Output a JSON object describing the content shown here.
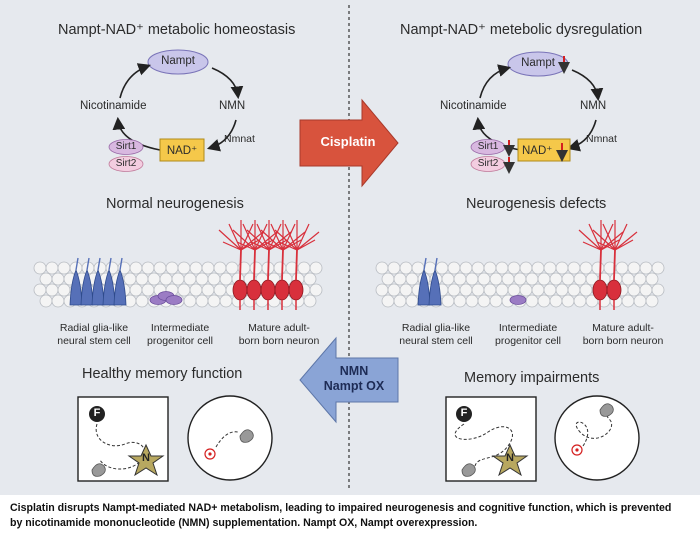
{
  "colors": {
    "background": "#e6e9ee",
    "nampt_fill": "#c9c6ea",
    "nad_fill": "#f5c84a",
    "sirt1_fill": "#d8b8e0",
    "sirt2_fill": "#f3cde0",
    "neuron_red": "#d8303c",
    "stem_blue": "#5670b8",
    "progenitor_purple": "#9b7cc4",
    "cisplatin_arrow": "#d8533d",
    "nmn_arrow": "#8aa4d6",
    "decrease_arrow": "#d42020"
  },
  "left": {
    "title": "Nampt-NAD⁺ metabolic homeostasis",
    "nampt": "Nampt",
    "nicotinamide": "Nicotinamide",
    "nmn": "NMN",
    "nad": "NAD⁺",
    "nmnat": "Nmnat",
    "sirt1": "Sirt1",
    "sirt2": "Sirt2",
    "neurogenesis_title": "Normal neurogenesis",
    "cell_labels": [
      "Radial glia-like\nneural stem cell",
      "Intermediate\nprogenitor cell",
      "Mature adult-\nborn born neuron"
    ],
    "memory_title": "Healthy memory function",
    "maze_F": "F",
    "maze_N": "N"
  },
  "right": {
    "title": "Nampt-NAD⁺ metebolic dysregulation",
    "nampt": "Nampt",
    "nicotinamide": "Nicotinamide",
    "nmn": "NMN",
    "nad": "NAD⁺",
    "nmnat": "Nmnat",
    "sirt1": "Sirt1",
    "sirt2": "Sirt2",
    "neurogenesis_title": "Neurogenesis defects",
    "cell_labels": [
      "Radial glia-like\nneural stem cell",
      "Intermediate\nprogenitor cell",
      "Mature adult-\nborn born neuron"
    ],
    "memory_title": "Memory impairments",
    "maze_F": "F",
    "maze_N": "N"
  },
  "arrows": {
    "cisplatin": "Cisplatin",
    "nmn_line1": "NMN",
    "nmn_line2": "Nampt OX"
  },
  "caption": "Cisplatin disrupts Nampt-mediated NAD+ metabolism, leading to impaired neurogenesis and cognitive function, which is prevented by nicotinamide mononucleotide (NMN) supplementation. Nampt OX, Nampt overexpression."
}
